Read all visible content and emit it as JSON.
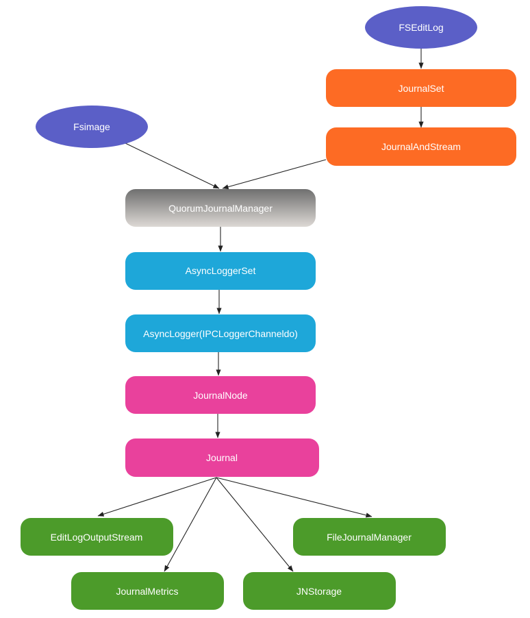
{
  "nodes": {
    "fseditlog": {
      "label": "FSEditLog"
    },
    "journalset": {
      "label": "JournalSet"
    },
    "journalandstream": {
      "label": "JournalAndStream"
    },
    "fsimage": {
      "label": "Fsimage"
    },
    "quorumjournalmanager": {
      "label": "QuorumJournalManager"
    },
    "asyncloggerset": {
      "label": "AsyncLoggerSet"
    },
    "asynclogger": {
      "label": "AsyncLogger(IPCLoggerChanneldo)"
    },
    "journalnode": {
      "label": "JournalNode"
    },
    "journal": {
      "label": "Journal"
    },
    "editlogoutputstream": {
      "label": "EditLogOutputStream"
    },
    "filejournalmanager": {
      "label": "FileJournalManager"
    },
    "journalmetrics": {
      "label": "JournalMetrics"
    },
    "jnstorage": {
      "label": "JNStorage"
    }
  },
  "edges": [
    {
      "from": "fseditlog",
      "to": "journalset"
    },
    {
      "from": "journalset",
      "to": "journalandstream"
    },
    {
      "from": "journalandstream",
      "to": "quorumjournalmanager"
    },
    {
      "from": "fsimage",
      "to": "quorumjournalmanager"
    },
    {
      "from": "quorumjournalmanager",
      "to": "asyncloggerset"
    },
    {
      "from": "asyncloggerset",
      "to": "asynclogger"
    },
    {
      "from": "asynclogger",
      "to": "journalnode"
    },
    {
      "from": "journalnode",
      "to": "journal"
    },
    {
      "from": "journal",
      "to": "editlogoutputstream"
    },
    {
      "from": "journal",
      "to": "filejournalmanager"
    },
    {
      "from": "journal",
      "to": "journalmetrics"
    },
    {
      "from": "journal",
      "to": "jnstorage"
    }
  ],
  "colors": {
    "ellipse": "#5b5fc7",
    "orange": "#fd6b24",
    "blue": "#1ea7d9",
    "pink": "#e9419c",
    "green": "#4c9b2a",
    "gray_top": "#6f6f6f",
    "gray_bottom": "#ddd9d5",
    "arrow": "#222222"
  }
}
